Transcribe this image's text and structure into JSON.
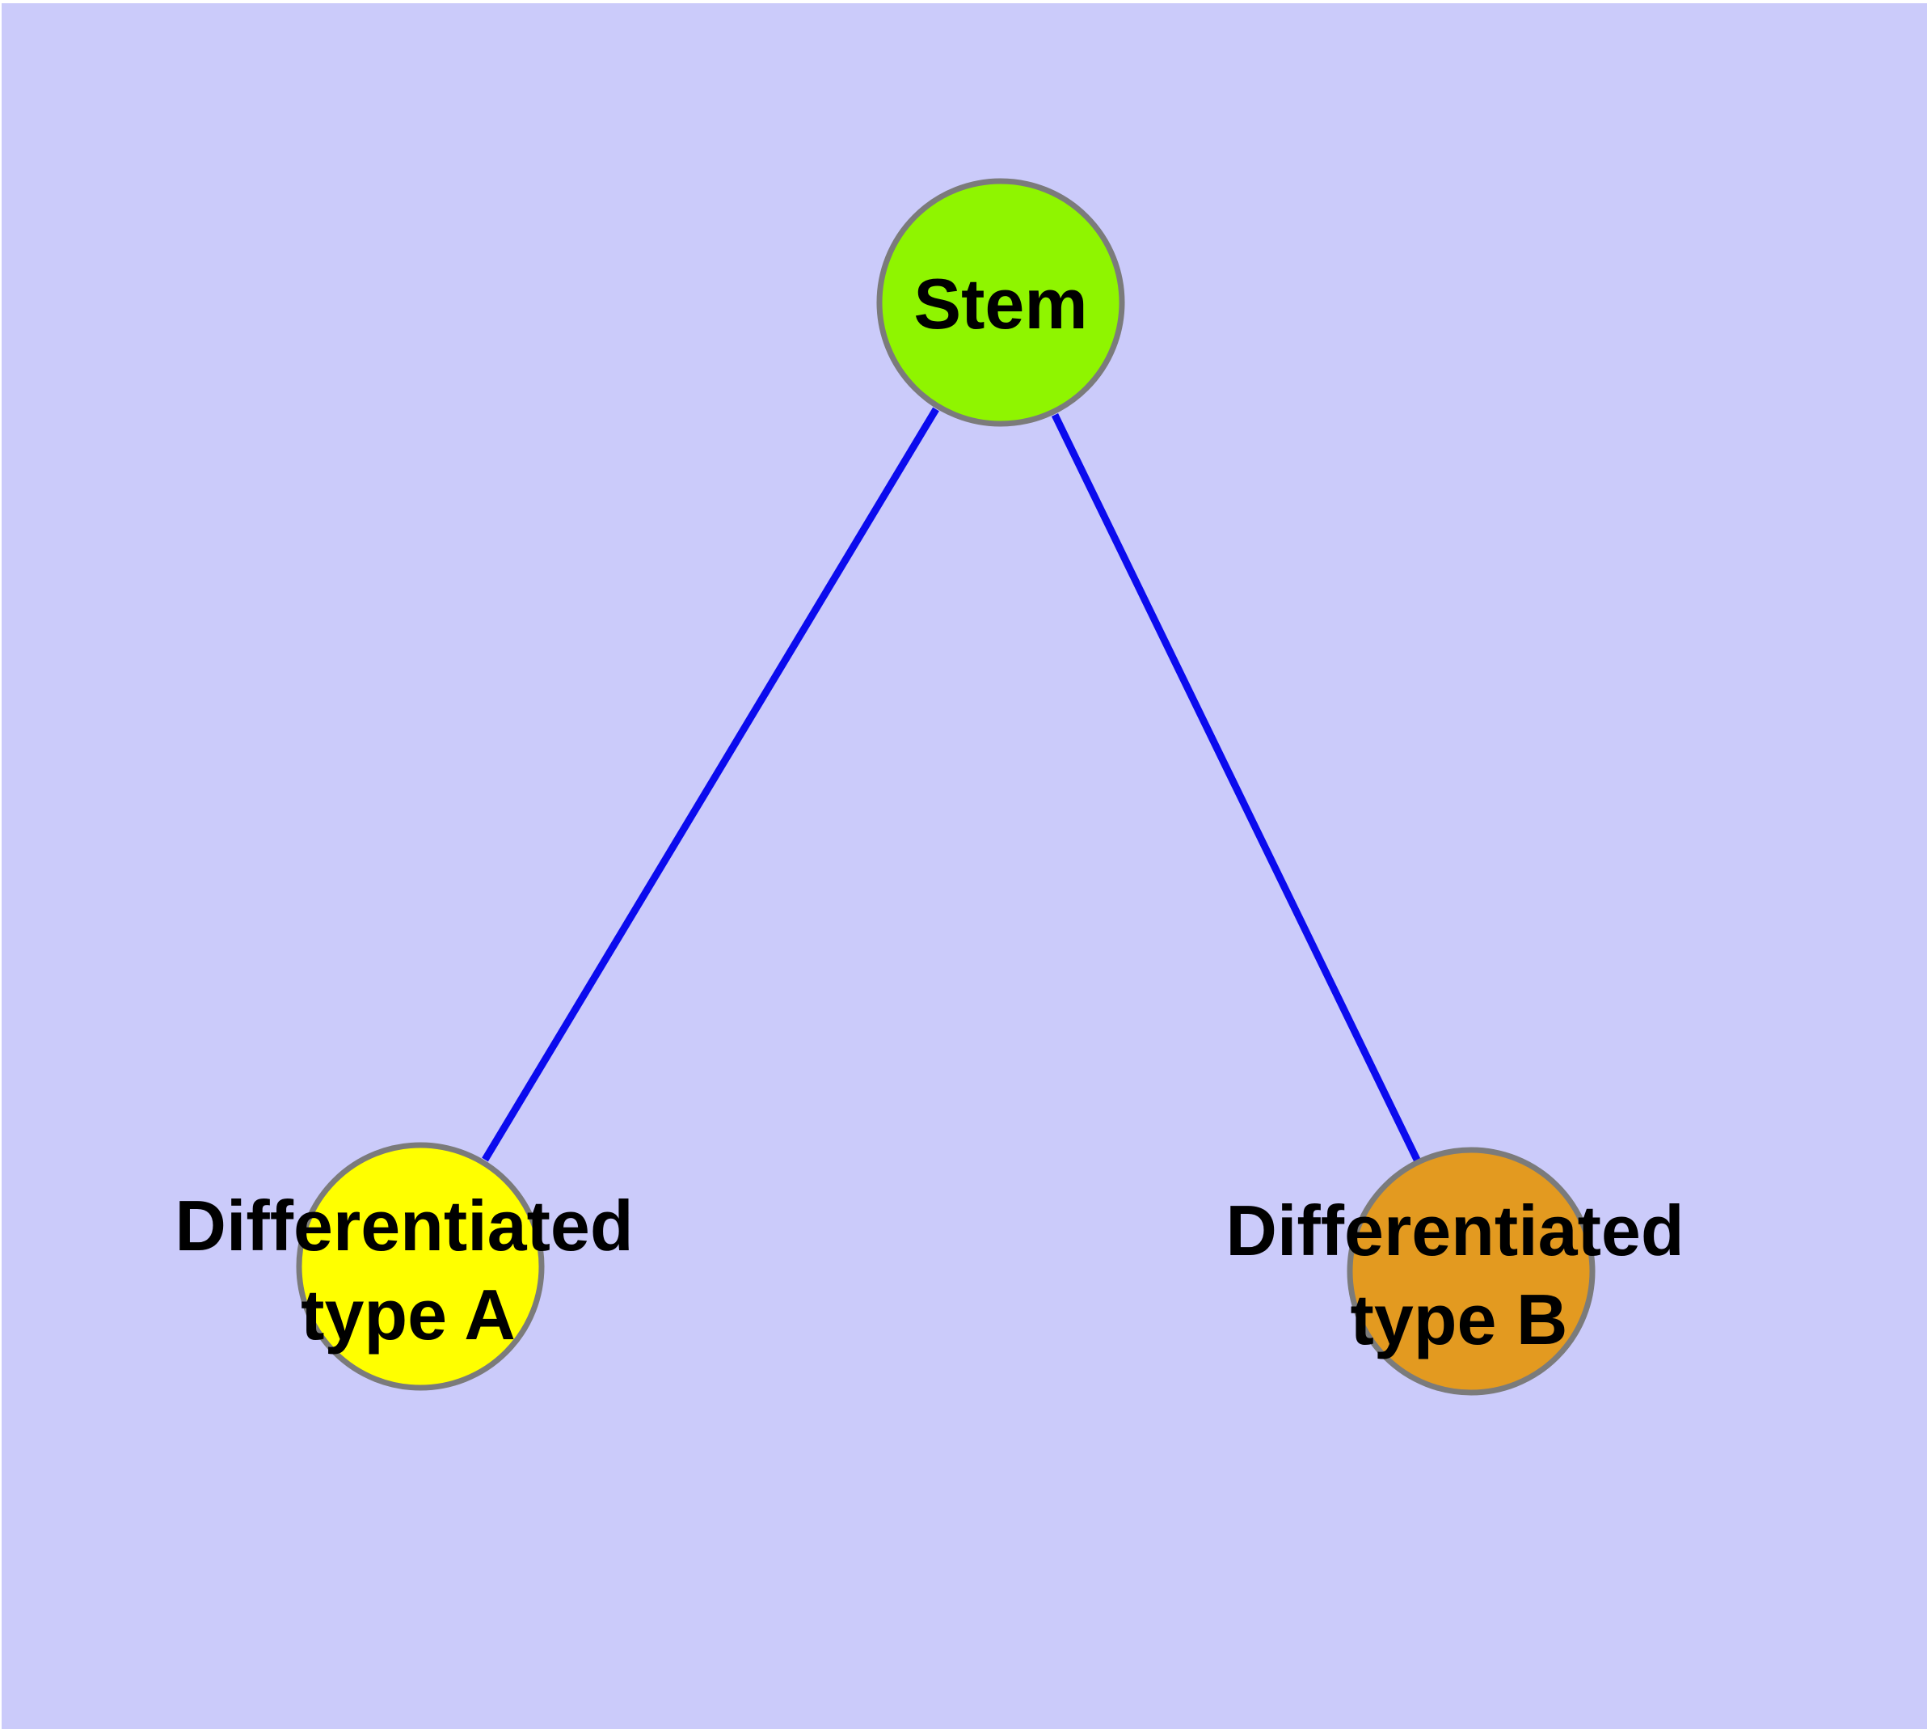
{
  "diagram": {
    "kind": "node-link-graph",
    "description": "Cell differentiation graph: a Stem node linked to two differentiated cell-type nodes",
    "colors": {
      "page": "#FFFFFF",
      "background": "#CBCBFA",
      "edge": "#0B0BEE",
      "node_border": "#7B7B7B",
      "label": "#000000"
    },
    "nodes": [
      {
        "id": "stem",
        "label": "Stem",
        "label_lines": [
          "Stem"
        ],
        "fill": "#8FF500"
      },
      {
        "id": "differentiated-type-a",
        "label": "Differentiated type A",
        "label_lines": [
          "Differentiated",
          "type A"
        ],
        "fill": "#FFFF00"
      },
      {
        "id": "differentiated-type-b",
        "label": "Differentiated type B",
        "label_lines": [
          "Differentiated",
          "type B"
        ],
        "fill": "#E39A20"
      }
    ],
    "edges": [
      {
        "from": "stem",
        "to": "differentiated-type-a"
      },
      {
        "from": "stem",
        "to": "differentiated-type-b"
      }
    ]
  }
}
